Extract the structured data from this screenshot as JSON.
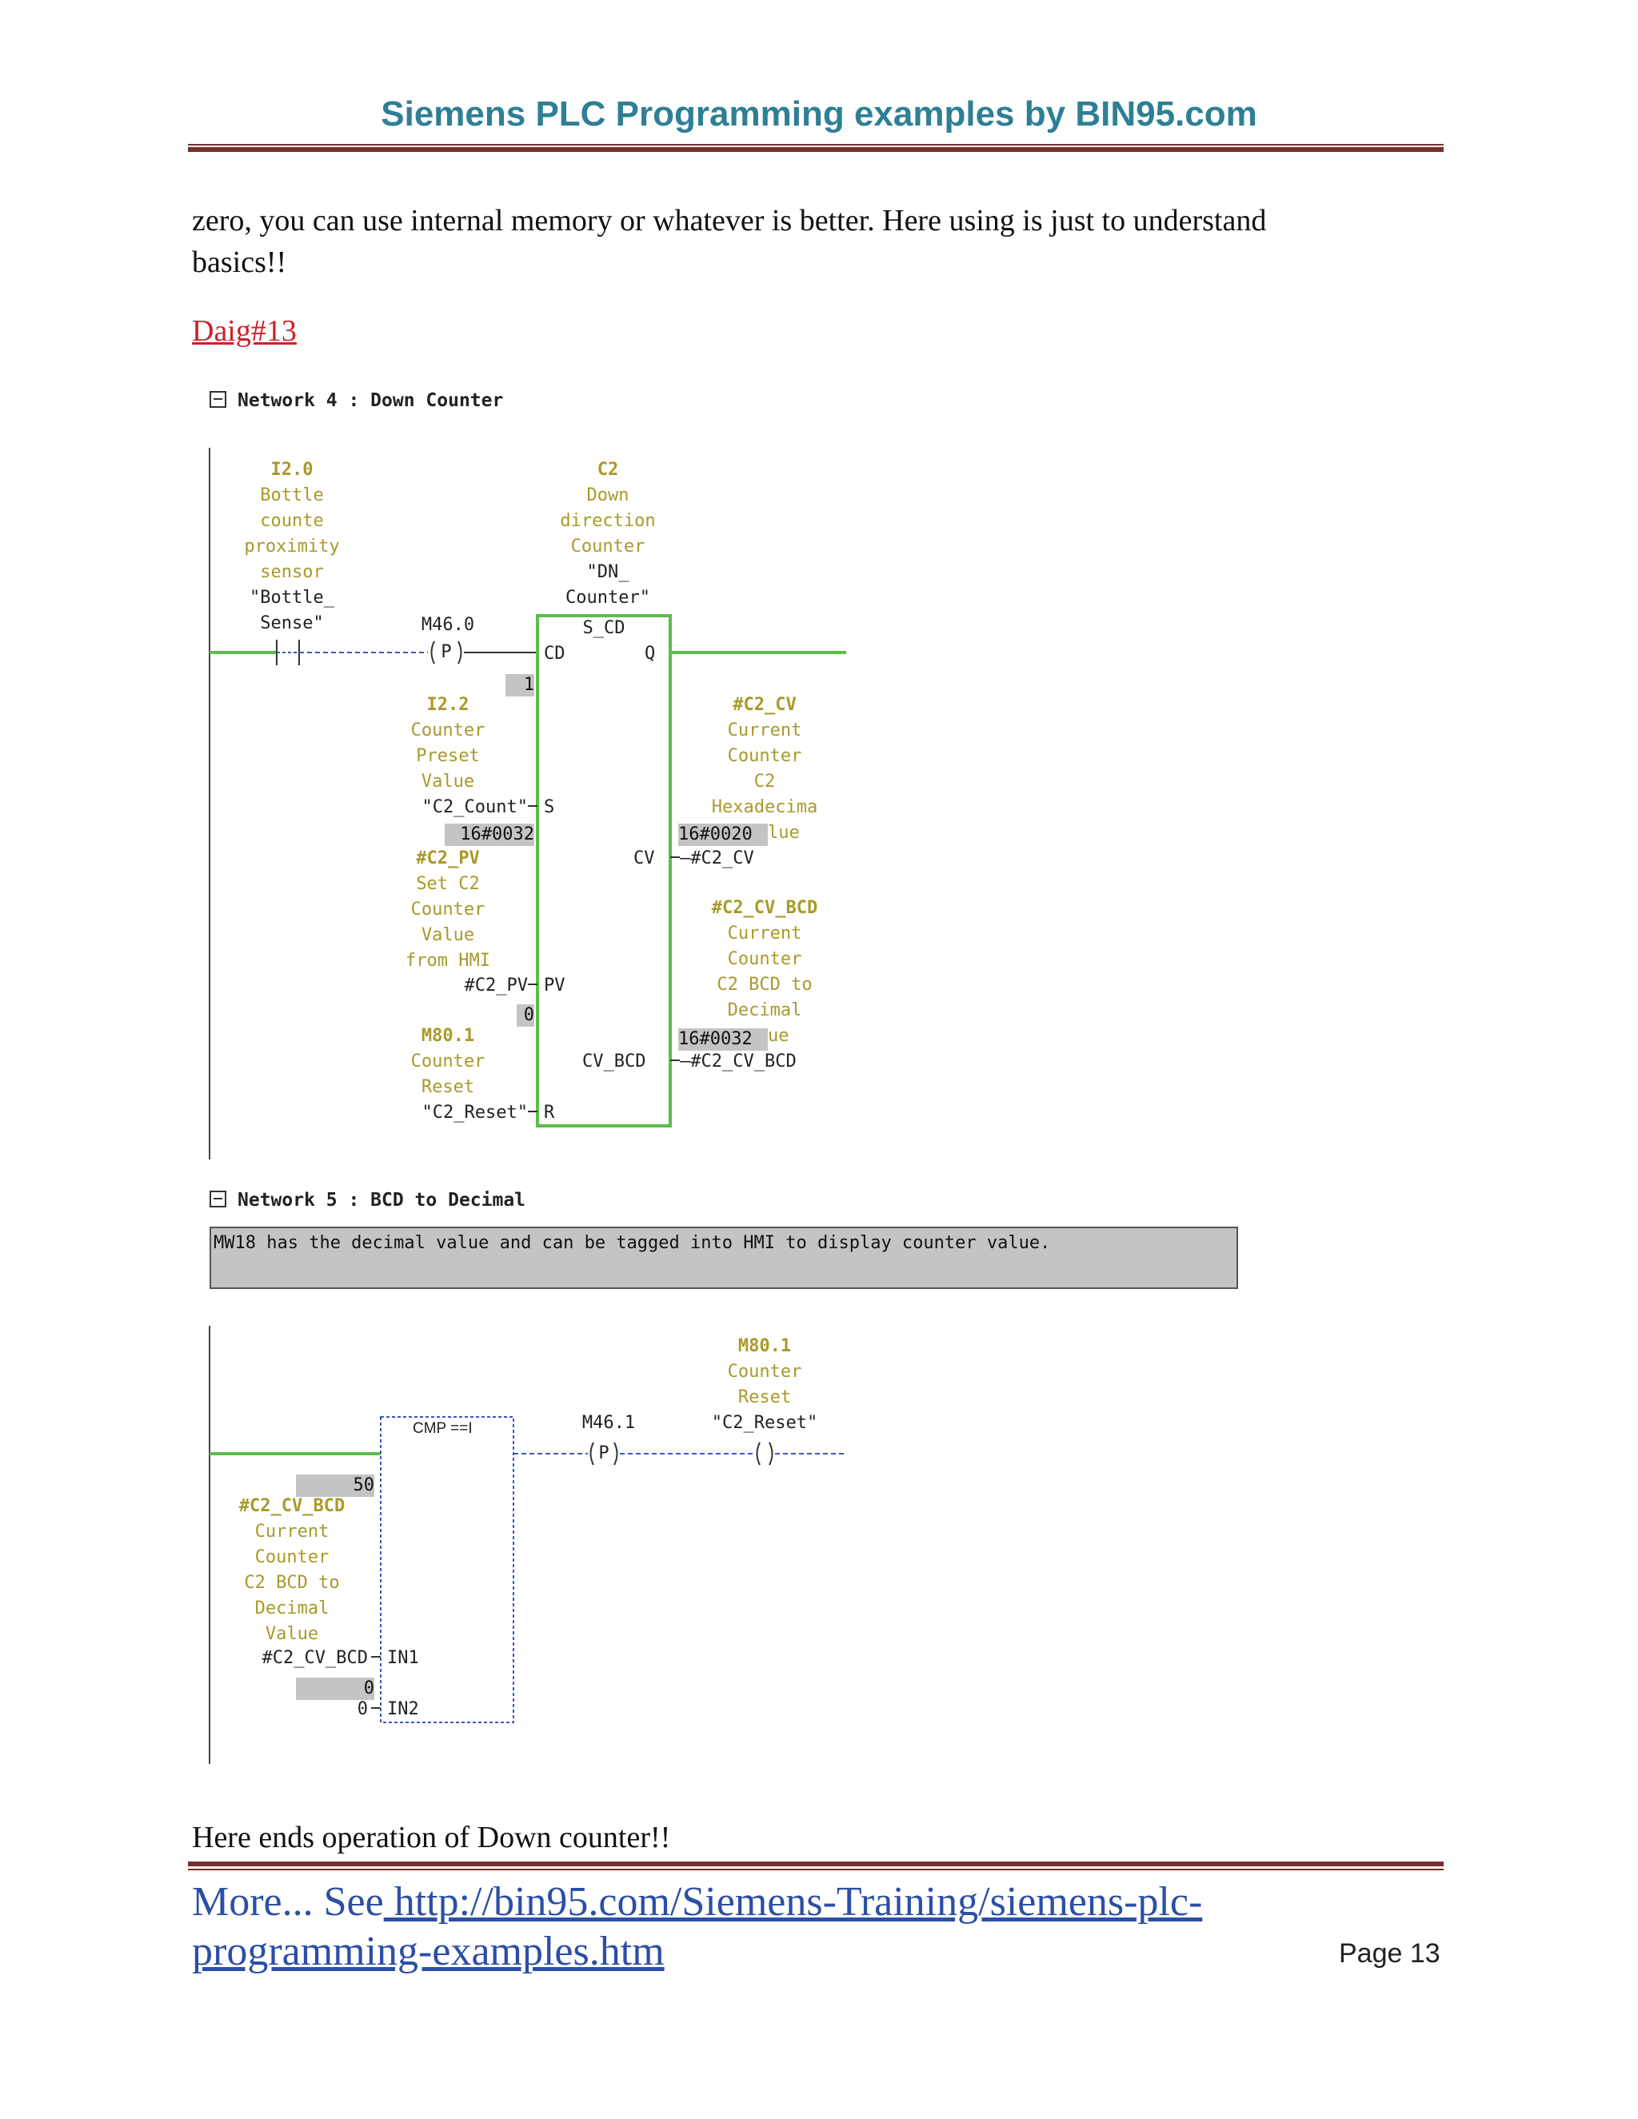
{
  "header": {
    "title": "Siemens PLC Programming examples by BIN95.com"
  },
  "intro": {
    "line1": "zero, you can use internal memory or whatever is better. Here using  is just to understand",
    "line2": "basics!!"
  },
  "diagram_label": "Daig#13",
  "network4": {
    "title": "Network  4 : Down Counter",
    "contact_addr": "I2.0",
    "contact_comment": "Bottle\ncounte\nproximity\nsensor",
    "contact_symbol": "\"Bottle_\nSense\"",
    "pos_edge_addr": "M46.0",
    "pos_edge_coil": "P",
    "counter_addr": "C2",
    "counter_comment": "Down\ndirection\nCounter",
    "counter_symbol": "\"DN_\nCounter\"",
    "block_type": "S_CD",
    "pin_cd": "CD",
    "pin_q": "Q",
    "pin_s": "S",
    "pin_pv": "PV",
    "pin_r": "R",
    "pin_cv": "CV",
    "pin_cv_bcd": "CV_BCD",
    "cd_value": "1",
    "s_addr": "I2.2",
    "s_comment": "Counter\nPreset\nValue",
    "s_symbol": "\"C2_Count\"",
    "s_value": "16#0032",
    "pv_addr": "#C2_PV",
    "pv_comment": "Set C2\nCounter\nValue\nfrom HMI",
    "pv_symbol": "#C2_PV",
    "pv_value": "0",
    "r_addr": "M80.1",
    "r_comment": "Counter\nReset",
    "r_symbol": "\"C2_Reset\"",
    "cv_addr": "#C2_CV",
    "cv_comment": "Current\nCounter\nC2\nHexadecima",
    "cv_comment_tail": "lue",
    "cv_value": "16#0020",
    "cv_symbol": "#C2_CV",
    "cvbcd_addr": "#C2_CV_BCD",
    "cvbcd_comment": "Current\nCounter\nC2 BCD to\nDecimal",
    "cvbcd_comment_tail": "ue",
    "cvbcd_value": "16#0032",
    "cvbcd_symbol": "#C2_CV_BCD"
  },
  "network5": {
    "title": "Network  5 : BCD to Decimal",
    "comment": "MW18 has the decimal value and can be tagged into HMI to display counter value.",
    "cmp_label": "CMP ==I",
    "in1_value": "50",
    "in1_addr": "#C2_CV_BCD",
    "in1_comment": "Current\nCounter\nC2 BCD to\nDecimal\nValue",
    "in1_symbol": "#C2_CV_BCD",
    "in2_value": "0",
    "in2_symbol": "0",
    "pin_in1": "IN1",
    "pin_in2": "IN2",
    "edge_addr": "M46.1",
    "edge_coil": "P",
    "coil_addr": "M80.1",
    "coil_comment": "Counter\nReset",
    "coil_symbol": "\"C2_Reset\""
  },
  "closing": "Here ends operation of Down counter!!",
  "footer": {
    "more_prefix": "More... See",
    "link_line1": " http://bin95.com/Siemens-Training/siemens-plc-",
    "link_line2": "programming-examples.htm",
    "page": "Page 13"
  }
}
